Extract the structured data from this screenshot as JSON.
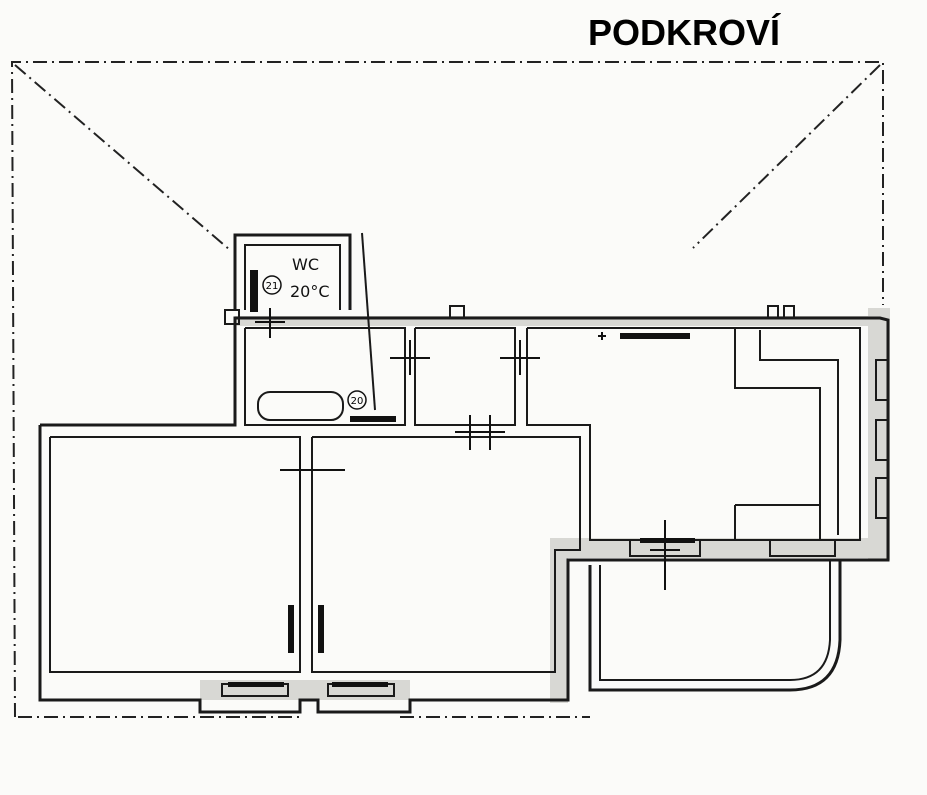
{
  "title": "PODKROVÍ",
  "wc_room": {
    "label": "WC",
    "temperature": "20°C",
    "radiator_number": "21"
  },
  "bathroom": {
    "radiator_number": "20"
  }
}
